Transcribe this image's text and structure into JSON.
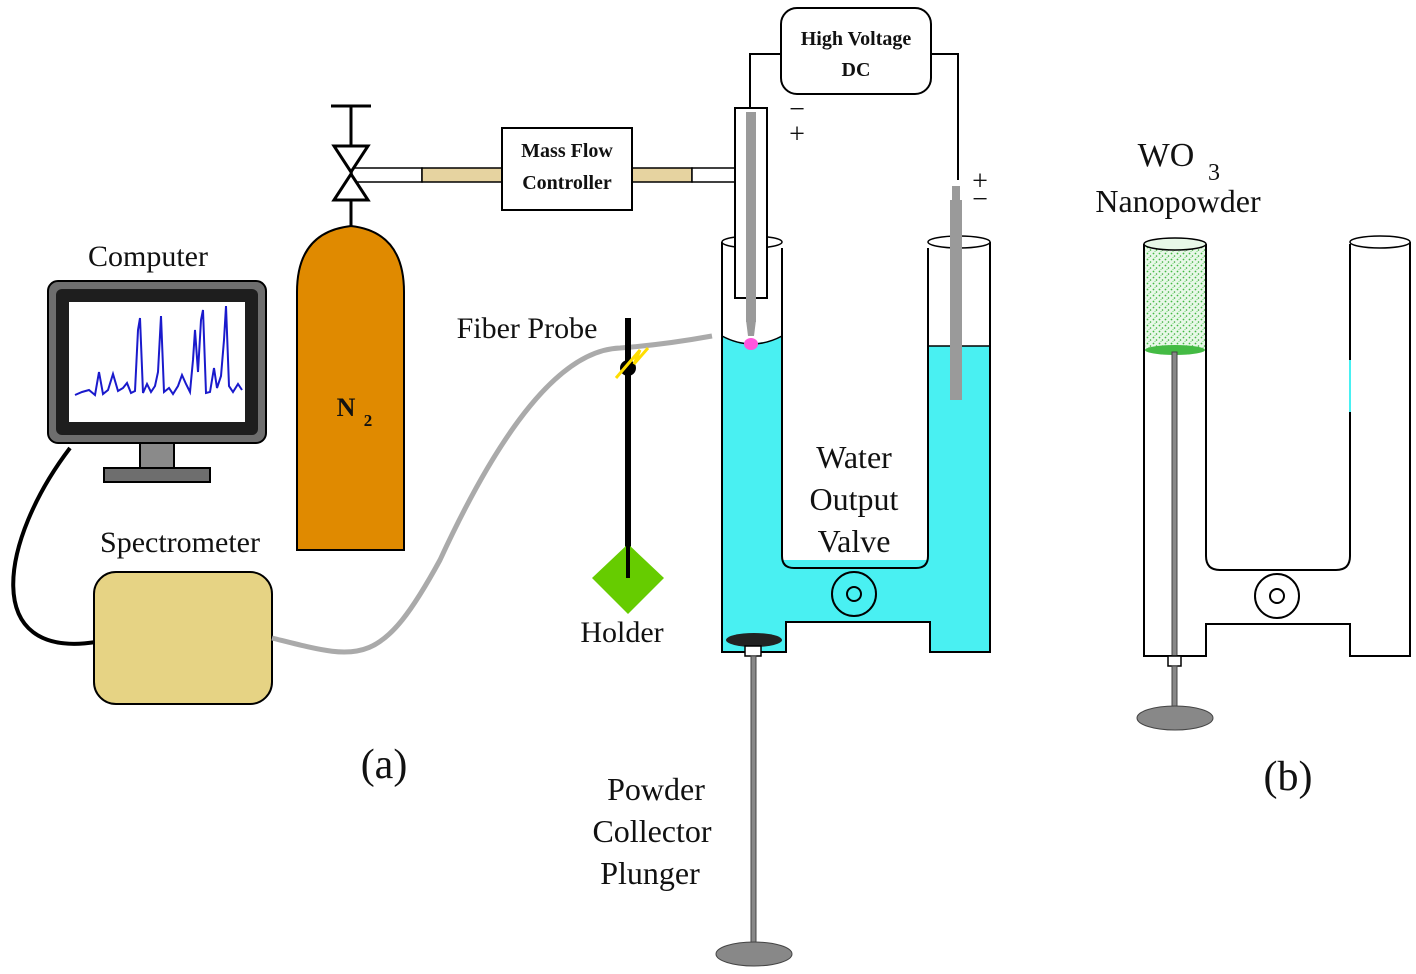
{
  "labels": {
    "high_voltage_line1": "High Voltage",
    "high_voltage_line2": "DC",
    "mass_flow_line1": "Mass Flow",
    "mass_flow_line2": "Controller",
    "polarity_left_minus": "−",
    "polarity_left_plus": "+",
    "polarity_right_plus": "+",
    "polarity_right_minus": "−",
    "gas": "N",
    "gas_subscript": "2",
    "computer": "Computer",
    "fiber_probe": "Fiber Probe",
    "spectrometer": "Spectrometer",
    "holder": "Holder",
    "water_line1": "Water",
    "water_line2": "Output",
    "water_line3": "Valve",
    "powder_line1": "Powder",
    "powder_line2": "Collector",
    "powder_line3": "Plunger",
    "panel_a": "(a)",
    "panel_b": "(b)",
    "wo3": "WO",
    "wo3_subscript": "3",
    "nanopowder": "Nanopowder"
  },
  "colors": {
    "water": "#49f0f2",
    "cylinder": "#e08a00",
    "spectrometer": "#e6d384",
    "holder_base": "#66cc00",
    "gas_pipe": "#e6d3a0",
    "electrode": "#9a9a9a",
    "fiber": "#aaaaaa",
    "spectrum": "#1a1acc",
    "powder": "#6cd66c",
    "plasma": "#ff55dd",
    "spark": "#ffdd00"
  }
}
